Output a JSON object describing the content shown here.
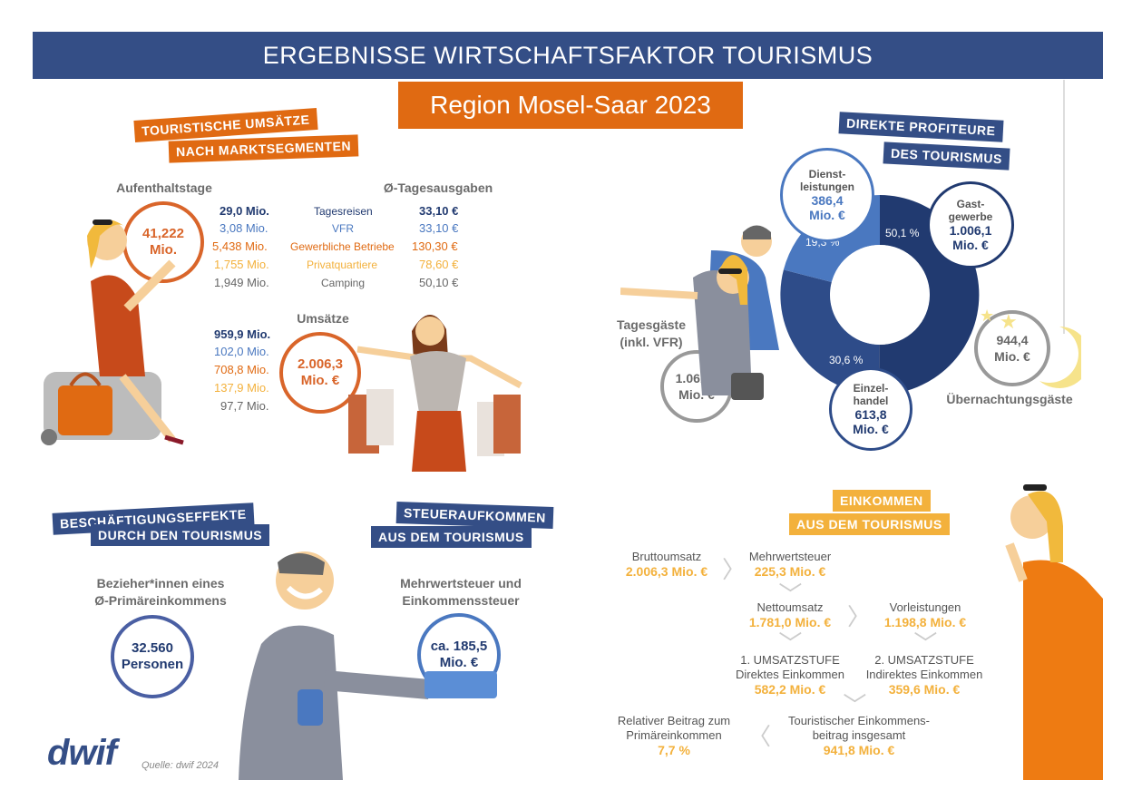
{
  "header": {
    "title": "ERGEBNISSE WIRTSCHAFTSFAKTOR TOURISMUS",
    "region": "Region Mosel-Saar 2023"
  },
  "umsaetze": {
    "tag1": "TOURISTISCHE UMSÄTZE",
    "tag2": "NACH MARKTSEGMENTEN",
    "aufenthalt_label": "Aufenthaltstage",
    "aufenthalt_value": "41,222 Mio.",
    "tagesausgaben_label": "Ø-Tagesausgaben",
    "umsaetze_label": "Umsätze",
    "umsaetze_value": "2.006,3 Mio. €",
    "rows": [
      {
        "days": "29,0 Mio.",
        "segment": "Tagesreisen",
        "spend": "33,10 €",
        "revenue": "959,9 Mio.",
        "color": "#213a70"
      },
      {
        "days": "3,08 Mio.",
        "segment": "VFR",
        "spend": "33,10 €",
        "revenue": "102,0 Mio.",
        "color": "#4a78c0"
      },
      {
        "days": "5,438 Mio.",
        "segment": "Gewerbliche Betriebe",
        "spend": "130,30 €",
        "revenue": "708,8 Mio.",
        "color": "#e06a12"
      },
      {
        "days": "1,755 Mio.",
        "segment": "Privatquartiere",
        "spend": "78,60 €",
        "revenue": "137,9 Mio.",
        "color": "#f3b13c"
      },
      {
        "days": "1,949 Mio.",
        "segment": "Camping",
        "spend": "50,10 €",
        "revenue": "97,7 Mio.",
        "color": "#666666"
      }
    ]
  },
  "profiteure": {
    "tag1": "DIREKTE PROFITEURE",
    "tag2": "DES TOURISMUS",
    "dienst_label": "Dienst-\nleistungen",
    "dienst_value": "386,4\nMio. €",
    "dienst_pct": "19,3 %",
    "gast_label": "Gast-\ngewerbe",
    "gast_value": "1.006,1\nMio. €",
    "gast_pct": "50,1 %",
    "einzel_label": "Einzel-\nhandel",
    "einzel_value": "613,8\nMio. €",
    "einzel_pct": "30,6 %",
    "tages_label": "Tagesgäste\n(inkl. VFR)",
    "tages_value": "1.061,9\nMio. €",
    "ueber_label": "Übernachtungsgäste",
    "ueber_value": "944,4\nMio. €"
  },
  "beschaeftigung": {
    "tag1": "BESCHÄFTIGUNGSEFFEKTE",
    "tag2": "DURCH DEN TOURISMUS",
    "label": "Bezieher*innen eines\nØ-Primäreinkommens",
    "value": "32.560\nPersonen"
  },
  "steuer": {
    "tag1": "STEUERAUFKOMMEN",
    "tag2": "AUS DEM TOURISMUS",
    "label": "Mehrwertsteuer und\nEinkommenssteuer",
    "value": "ca. 185,5\nMio. €"
  },
  "einkommen": {
    "tag1": "EINKOMMEN",
    "tag2": "AUS DEM TOURISMUS",
    "brutto_label": "Bruttoumsatz",
    "brutto_value": "2.006,3 Mio. €",
    "mwst_label": "Mehrwertsteuer",
    "mwst_value": "225,3 Mio. €",
    "netto_label": "Nettoumsatz",
    "netto_value": "1.781,0 Mio. €",
    "vor_label": "Vorleistungen",
    "vor_value": "1.198,8 Mio. €",
    "stufe1_label": "1. UMSATZSTUFE\nDirektes Einkommen",
    "stufe1_value": "582,2 Mio. €",
    "stufe2_label": "2. UMSATZSTUFE\nIndirektes Einkommen",
    "stufe2_value": "359,6 Mio. €",
    "gesamt_label": "Touristischer Einkommens-\nbeitrag insgesamt",
    "gesamt_value": "941,8 Mio. €",
    "relativ_label": "Relativer Beitrag zum\nPrimäreinkommen",
    "relativ_value": "7,7 %"
  },
  "footer": {
    "logo": "dwif",
    "source": "Quelle: dwif 2024"
  },
  "colors": {
    "navy": "#213a70",
    "blue": "#4a78c0",
    "orange": "#e06a12",
    "yellow": "#f3b13c",
    "banner": "#344e86",
    "gray": "#999999"
  }
}
